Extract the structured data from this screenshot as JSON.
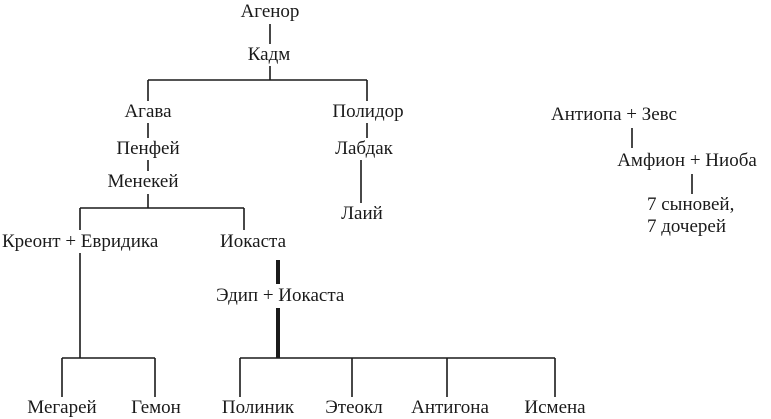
{
  "people": {
    "agenor": "Агенор",
    "kadm": "Кадм",
    "agava": "Агава",
    "polidor": "Полидор",
    "penfey": "Пенфей",
    "labdak": "Лабдак",
    "menekey": "Менекей",
    "laiy": "Лаий",
    "kreont_evridika": "Креонт + Евридика",
    "iokasta": "Иокаста",
    "edip_iokasta": "Эдип + Иокаста",
    "megarey": "Мегарей",
    "gemon": "Гемон",
    "polinik": "Полиник",
    "eteokl": "Этеокл",
    "antigona": "Антигона",
    "ismena": "Исмена",
    "antiopa_zevs": "Антиопа + Зевс",
    "amfion_nioba": "Амфион + Ниоба",
    "children_line1": "7 сыновей,",
    "children_line2": "7 дочерей"
  }
}
